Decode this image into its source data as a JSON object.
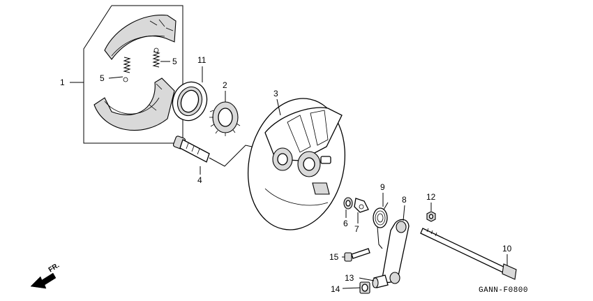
{
  "diagram": {
    "code": "GANN-F0800",
    "direction_label": "FR.",
    "callouts": [
      "1",
      "2",
      "3",
      "4",
      "5",
      "5",
      "6",
      "7",
      "8",
      "9",
      "10",
      "11",
      "12",
      "13",
      "14",
      "15"
    ]
  }
}
